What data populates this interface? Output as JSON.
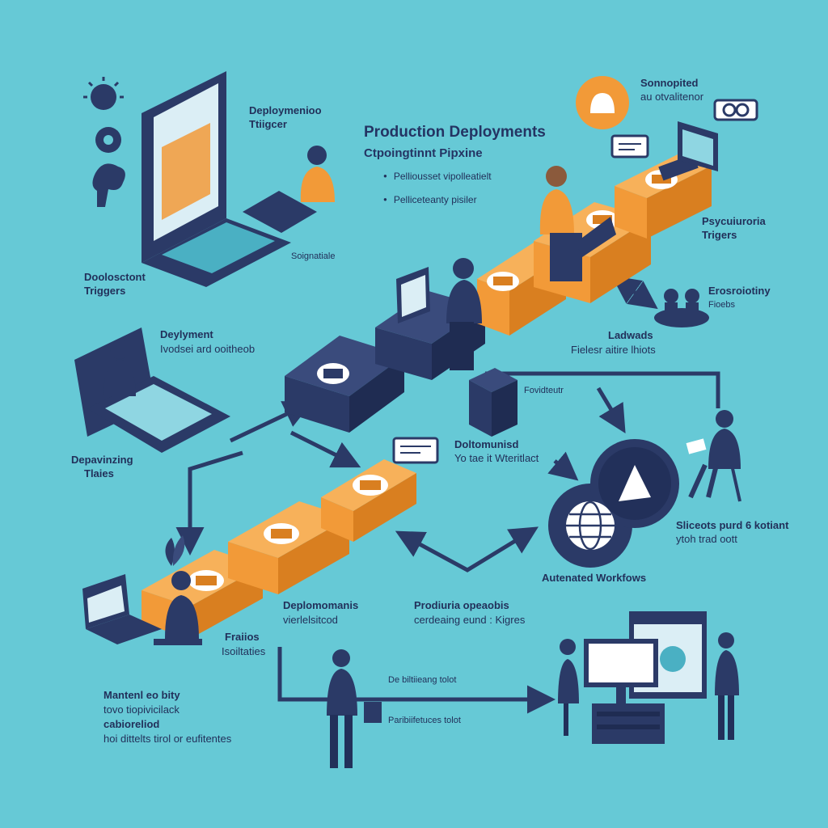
{
  "header": {
    "title": "Production Deployments",
    "subtitle": "Ctpoingtinnt Pipxine",
    "bullets": [
      "Pelliousset vipolleatielt",
      "Pelliceteanty pisiler"
    ]
  },
  "labels": {
    "deployment_trigger_top": [
      "Deploymenioo",
      "Ttiigcer"
    ],
    "doolosctont_triggers": [
      "Doolosctont",
      "Triggers"
    ],
    "soignatiale": "Soignatiale",
    "deplyment": [
      "Deylyment",
      "Ivodsei ard ooitheob"
    ],
    "depavinzing_tlaies": [
      "Depavinzing",
      "Tlaies"
    ],
    "sonnopited": [
      "Sonnopited",
      "au otvalitenor"
    ],
    "psyculuroria_trigers": [
      "Psycuiuroria",
      "Trigers"
    ],
    "erosoiotiny": [
      "Erosroiotiny",
      "Fioebs"
    ],
    "ladwads": [
      "Ladwads",
      "Fielesr aitire lhiots"
    ],
    "foviditeutr": "Fovidteutr",
    "doltomunisd": [
      "Doltomunisd",
      "Yo tae it Wteritlact"
    ],
    "sficocts": [
      "Sliceots purd 6 kotiant",
      "ytoh trad oott"
    ],
    "automated_workflows": "Autenated Workfows",
    "deplomomanis": [
      "Deplomomanis",
      "vierlelsitcod"
    ],
    "prodiuria": [
      "Prodiuria opeaobis",
      "cerdeaing eund : Kigres"
    ],
    "fralios": [
      "Fraiios",
      "Isoiltaties"
    ],
    "deiltiriang": "De biltiieang tolot",
    "parbitifletuces": "Paribiifetuces tolot",
    "maintenance": [
      "Mantenl eo bity",
      "tovo tiopivicilack",
      "cabioreliod",
      "hoi dittelts tirol or eufitentes"
    ]
  },
  "icons": [
    "lightbulb-icon",
    "gear-icon",
    "brain-icon",
    "laptop-icon",
    "server-icon",
    "globe-icon",
    "play-icon",
    "chat-icon",
    "team-icon",
    "infinity-icon"
  ],
  "colors": {
    "background": "#66c9d6",
    "navy": "#2b3a67",
    "orange": "#f29a38"
  }
}
